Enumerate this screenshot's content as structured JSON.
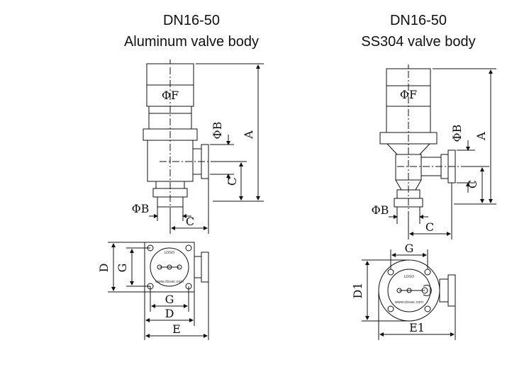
{
  "titles": {
    "left": [
      "DN16-50",
      "Aluminum valve body"
    ],
    "right": [
      "DN16-50",
      "SS304 valve body"
    ]
  },
  "labels": {
    "phi_f": "ΦF",
    "phi_b": "ΦB",
    "a": "A",
    "c": "C",
    "d": "D",
    "g": "G",
    "e": "E",
    "d1": "D1",
    "e1": "E1"
  },
  "plate_text": {
    "brand": "LOGO",
    "url": "www.cbvac.com"
  }
}
